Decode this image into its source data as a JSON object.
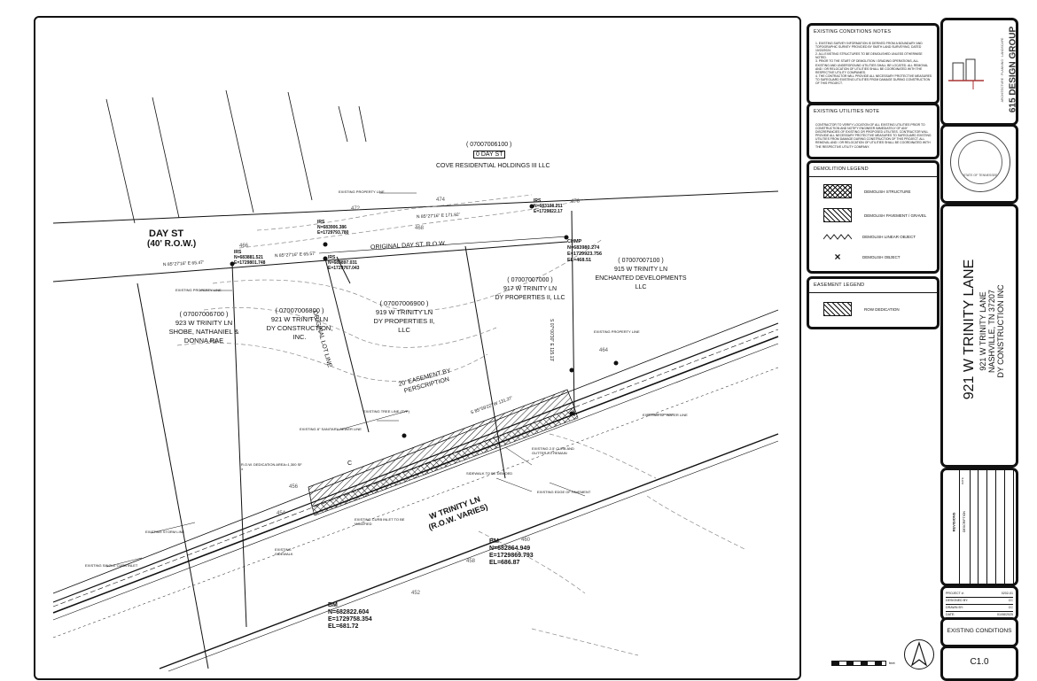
{
  "plan": {
    "labels": {
      "parcel_north_id": "( 07007006100 )",
      "parcel_north_street": "0 DAY ST",
      "parcel_north_owner": "COVE RESIDENTIAL HOLDINGS III LLC",
      "day_st": "DAY ST",
      "day_st_row": "(40' R.O.W.)",
      "original_day_st": "ORIGINAL DAY ST. R.O.W.",
      "original_lot_line": "ORIGINAL LOT LINE",
      "parcel_923_id": "( 07007006700 )",
      "parcel_923_addr": "923 W TRINITY LN",
      "parcel_923_owner1": "SHOBE, NATHANIEL &",
      "parcel_923_owner2": "DONNA RAE",
      "parcel_921_id": "( 07007006800 )",
      "parcel_921_addr": "921 W TRINITY LN",
      "parcel_921_owner1": "DY CONSTRUCTION,",
      "parcel_921_owner2": "INC.",
      "parcel_919_id": "( 07007006900 )",
      "parcel_919_addr": "919 W TRINITY LN",
      "parcel_919_owner1": "DY PROPERTIES II,",
      "parcel_919_owner2": "LLC",
      "parcel_917_id": "( 07007007000 )",
      "parcel_917_addr": "917 W TRINITY LN",
      "parcel_917_owner": "DY PROPERTIES II, LLC",
      "parcel_915_id": "( 07007007100 )",
      "parcel_915_addr": "915 W TRINITY LN",
      "parcel_915_owner": "ENCHANTED DEVELOPMENTS LLC",
      "easement1": "20' EASEMENT BY",
      "easement2": "PERSCRIPTION",
      "w_trinity": "W TRINITY LN",
      "w_trinity_row": "(R.O.W. VARIES)",
      "brg_top": "N 85°27'16\" E 171.92'",
      "brg_mid": "N 85°27'16\" E 65.57'",
      "brg_left": "N 85°27'16\" E 65.47'",
      "brg_south": "S 85°59'22\" W 131.27'",
      "brg_east": "S 07°00'30\" E 115.13'",
      "irs_label": "IRS",
      "irs1_n": "N=683906.386",
      "irs1_e": "E=1729793.780",
      "irs2_n": "N=683881.521",
      "irs2_e": "E=1729801.748",
      "irs3_n": "N=683897.031",
      "irs3_e": "E=1729767.043",
      "irs4_n": "N=683108.211",
      "irs4_e": "E=1729822.17",
      "chmp": "CHMP",
      "chmp_n": "N=683980.274",
      "chmp_e": "E=1729923.756",
      "chmp_el": "EL=468.51",
      "bm1": "BM",
      "bm1_n": "N=682864.949",
      "bm1_e": "E=1729869.793",
      "bm1_el": "EL=686.87",
      "bm2": "BM",
      "bm2_n": "N=682822.604",
      "bm2_e": "E=1729758.354",
      "bm2_el": "EL=681.72",
      "c_letter": "C",
      "ex_prop_line": "EXISTING PROPERTY LINE",
      "ex_prop_line2": "EXISTING PROPERTY LINE",
      "ex_prop_line3": "EXISTING PROPERTY LINE",
      "ex_sewer": "EXISTING 8\" SANITARY SEWER LINE",
      "ex_tree": "EXISTING TREE LINE (TYP)",
      "ex_water": "EXISTING 12\" WATER LINE",
      "ex_curb": "EXISTING 2.5' CURB AND GUTTER TO REMAIN",
      "ex_sidewalk_demo": "SIDEWALK TO BE DEMOED",
      "ex_edge": "EXISTING EDGE OF PAVEMENT",
      "ex_storm": "EXISTING STORM LINE",
      "ex_single_curb": "EXISTING SINGLE CURB INLET",
      "ex_sidewalk": "EXISTING SIDEWALK",
      "ex_curb_inlet": "EXISTING CURB INLET TO BE MODIFIED",
      "row_dedication": "R.O.W. DEDICATION AREA=1,300 SF ±",
      "c1": "474",
      "c2": "472",
      "c3": "470",
      "c4": "468",
      "c5": "466",
      "c6": "464",
      "c7": "462",
      "c8": "460",
      "c9": "458",
      "c10": "456",
      "c11": "454",
      "c12": "452"
    },
    "scale_text": "feet"
  },
  "notes": {
    "existing_conditions": {
      "title": "EXISTING CONDITIONS NOTES",
      "items": [
        "1.  EXISTING SURVEY INFORMATION IS DERIVED FROM A BOUNDARY AND TOPOGRAPHIC SURVEY PROVIDED BY SMITH LAND SURVEYING, DATED 10/22/2024.",
        "2.  ALL EXISTING STRUCTURES TO BE DEMOLISHED UNLESS OTHERWISE NOTED.",
        "3.  PRIOR TO THE START OF DEMOLITION / GRADING OPERATIONS, ALL EXISTING AND UNDERGROUND UTILITIES SHALL BE LOCATED. ALL REMOVAL AND / OR RELOCATION OF UTILITIES SHALL BE COORDINATED WITH THE RESPECTIVE UTILITY COMPANIES.",
        "4.  THE CONTRACTOR WILL PROVIDE ALL NECESSARY PROTECTIVE MEASURES TO SAFEGUARD EXISTING UTILITIES FROM DAMAGE DURING CONSTRUCTION OF THIS PROJECT."
      ]
    },
    "existing_utilities": {
      "title": "EXISTING UTILITIES NOTE",
      "body": "CONTRACTOR TO VERIFY LOCATION OF ALL EXISTING UTILITIES PRIOR TO CONSTRUCTION AND NOTIFY ENGINEER IMMEDIATELY OF ANY DISCREPANCIES OF EXISTING OR PROPOSED UTILITIES. CONTRACTOR WILL PROVIDE ALL NECESSARY PROTECTIVE MEASURES TO SAFEGUARD EXISTING UTILITIES FROM DAMAGE DURING CONSTRUCTION OF THIS PROJECT. ALL REMOVAL AND / OR RELOCATION OF UTILITIES SHALL BE COORDINATED WITH THE RESPECTIVE UTILITY COMPANY."
    }
  },
  "demolition_legend": {
    "title": "DEMOLITION LEGEND",
    "items": [
      {
        "label": "DEMOLISH STRUCTURE",
        "symbol": "crosshatch"
      },
      {
        "label": "DEMOLISH PAVEMENT / GRAVEL",
        "symbol": "hatch"
      },
      {
        "label": "DEMOLISH LINEAR OBJECT",
        "symbol": "zigzag"
      },
      {
        "label": "DEMOLISH OBJECT",
        "symbol": "x"
      }
    ]
  },
  "easement_legend": {
    "title": "EASEMENT LEGEND",
    "items": [
      {
        "label": "ROW DEDICATION",
        "symbol": "hatch"
      }
    ]
  },
  "title_block": {
    "firm": "615 DESIGN GROUP",
    "firm_sub": "ARCHITECTURE · PLANNING · LANDSCAPE",
    "seal_text": "STATE OF TENNESSEE",
    "project_title": "921 W TRINITY LANE",
    "project_addr": "921 W TRINITY LANE",
    "project_city": "NASHVILLE, TN 37207",
    "project_client": "DY CONSTRUCTION INC",
    "revisions_label": "REVISIONS",
    "revisions_sub": "DESCRIPTION",
    "rev_date": "DATE",
    "project_no_label": "PROJECT #:",
    "project_no": "0202-01",
    "designed_label": "DESIGNED BY:",
    "designed_val": "CC",
    "drawn_label": "DRAWN BY:",
    "drawn_val": "CC",
    "date_label": "DATE:",
    "date_val": "01/08/2025",
    "sheet_name": "EXISTING CONDITIONS",
    "sheet_no": "C1.0"
  }
}
